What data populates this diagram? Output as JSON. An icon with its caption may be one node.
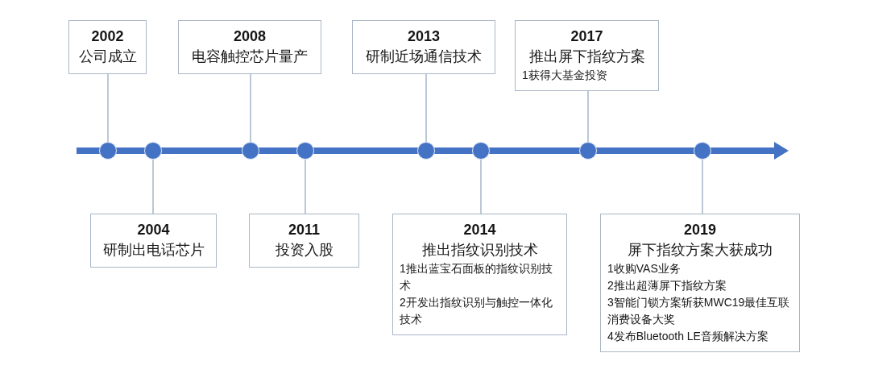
{
  "diagram": {
    "nodes": [
      {
        "text": [
          "2002",
          "公司成立"
        ]
      },
      {
        "text": [
          "2008",
          "电容触控芯片量产"
        ]
      },
      {
        "text": [
          "2013",
          "研制近场通信技术"
        ]
      },
      {
        "text": [
          "2017",
          "推出屏下指纹方案",
          "1获得大基金投资"
        ]
      },
      {
        "text": [],
        "shape": "circle"
      },
      {
        "text": [],
        "shape": "circle"
      },
      {
        "text": [],
        "shape": "circle"
      },
      {
        "text": [],
        "shape": "circle"
      },
      {
        "text": [],
        "shape": "circle"
      },
      {
        "text": [],
        "shape": "circle"
      },
      {
        "text": [],
        "shape": "circle"
      },
      {
        "text": [],
        "shape": "circle"
      },
      {
        "text": [
          "2004",
          "研制出电话芯片"
        ]
      },
      {
        "text": [
          "2011",
          "投资入股"
        ]
      },
      {
        "text": [
          "2014",
          "推出指纹识别技术",
          "1推出蓝宝石面板的指纹识别技术",
          "2开发出指纹识别与触控一体化技术"
        ]
      },
      {
        "text": [
          "2019",
          "屏下指纹方案大获成功",
          "1收购VAS业务",
          "2推出超薄屏下指纹方案",
          "3智能门锁方案斩获MWC19最佳互联消费设备大奖",
          "4发布Bluetooth LE音频解决方案"
        ]
      }
    ],
    "edges": [
      {
        "from": 0,
        "to": 4,
        "arrow": "none"
      },
      {
        "from": 12,
        "to": 5,
        "arrow": "none"
      },
      {
        "from": 1,
        "to": 6,
        "arrow": "none"
      },
      {
        "from": 13,
        "to": 7,
        "arrow": "none"
      },
      {
        "from": 2,
        "to": 8,
        "arrow": "none"
      },
      {
        "from": 14,
        "to": 9,
        "arrow": "none"
      },
      {
        "from": 3,
        "to": 10,
        "arrow": "none"
      },
      {
        "from": 15,
        "to": 11,
        "arrow": "none"
      }
    ]
  }
}
